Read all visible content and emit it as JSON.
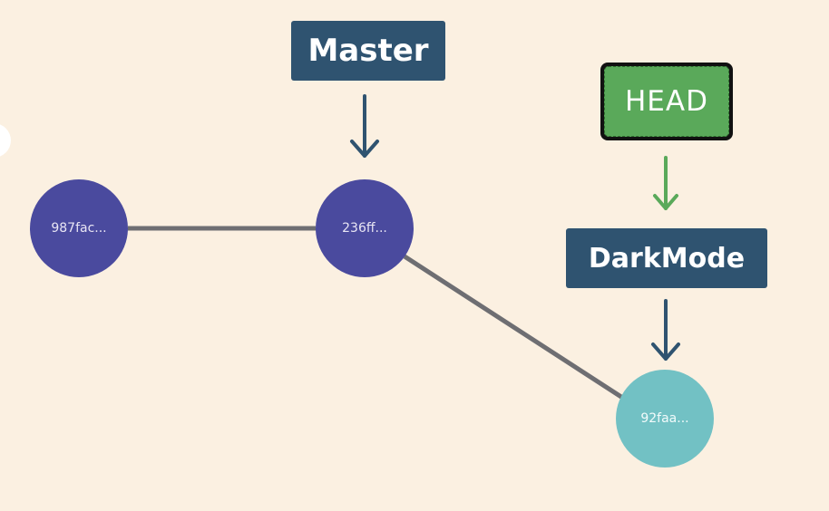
{
  "commits": [
    {
      "id": "c1",
      "label": "987fac...",
      "color": "#4a4a9e"
    },
    {
      "id": "c2",
      "label": "236ff...",
      "color": "#4a4a9e"
    },
    {
      "id": "c3",
      "label": "92faa...",
      "color": "#72c1c4"
    }
  ],
  "branches": {
    "master": {
      "label": "Master",
      "color": "#2f5370"
    },
    "darkmode": {
      "label": "DarkMode",
      "color": "#2f5370"
    }
  },
  "head": {
    "label": "HEAD",
    "color": "#5aa95a"
  },
  "colors": {
    "background": "#fbf0e1",
    "edge": "#6e6e72",
    "branch_arrow": "#2f5370",
    "head_arrow": "#5aa95a"
  }
}
